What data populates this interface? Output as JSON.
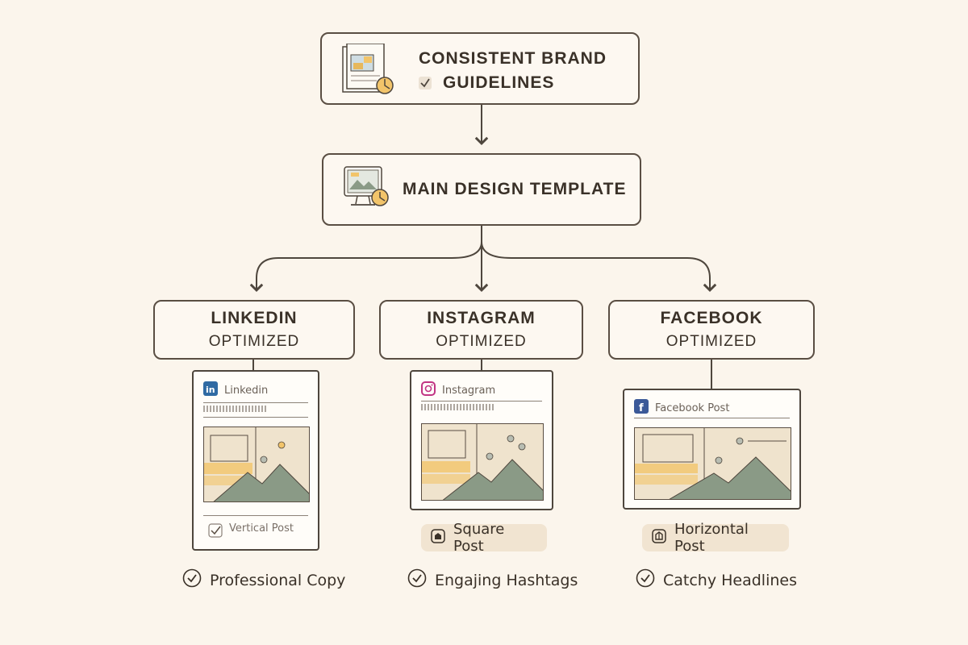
{
  "top": {
    "line1": "CONSISTENT BRAND",
    "line2": "GUIDELINES"
  },
  "main": {
    "title": "MAIN DESIGN TEMPLATE"
  },
  "platforms": [
    {
      "name": "LINKEDIN",
      "sub": "OPTIMIZED",
      "card_label": "Linkedin",
      "format": "Vertical Post",
      "feature": "Professional Copy"
    },
    {
      "name": "INSTAGRAM",
      "sub": "OPTIMIZED",
      "card_label": "Instagram",
      "format": "Square Post",
      "feature": "Engajing Hashtags"
    },
    {
      "name": "FACEBOOK",
      "sub": "OPTIMIZED",
      "card_label": "Facebook Post",
      "format": "Horizontal Post",
      "feature": "Catchy Headlines"
    }
  ],
  "colors": {
    "linkedin": "#2f6aa3",
    "facebook": "#3b5998",
    "instagram": "#c13584",
    "accent": "#f2c46a",
    "mountain": "#8a9a86"
  },
  "icons": {
    "top": "documents-icon",
    "main": "monitor-icon",
    "check": "check-circle-icon",
    "square": "square-format-icon",
    "horizontal": "horizontal-format-icon"
  }
}
